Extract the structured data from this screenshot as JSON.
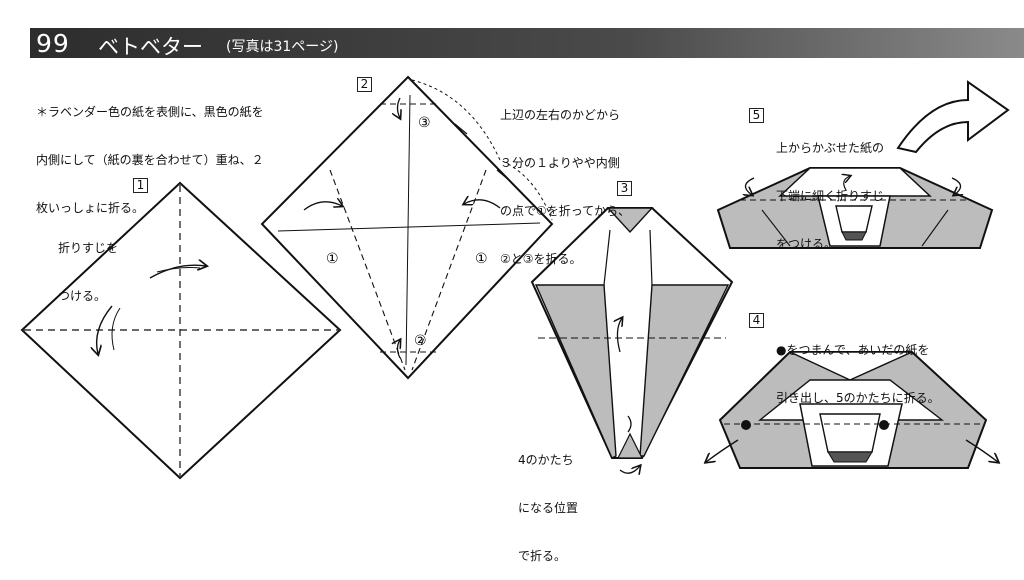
{
  "header": {
    "number": "99",
    "title": "ベトベター",
    "subtitle": "(写真は31ページ)"
  },
  "intro": {
    "lines": [
      "＊ラベンダー色の紙を表側に、黒色の紙を",
      "内側にして（紙の裏を合わせて）重ね、２",
      "枚いっしょに折る。"
    ]
  },
  "steps": {
    "s1": {
      "num": "1",
      "text": [
        "折りすじを",
        "つける。"
      ]
    },
    "s2": {
      "num": "2",
      "text": [
        "上辺の左右のかどから",
        "３分の１よりやや内側",
        "の点で①を折ってから、",
        "②と③を折る。"
      ],
      "marks": {
        "m1": "①",
        "m2": "②",
        "m3": "③"
      }
    },
    "s3": {
      "num": "3",
      "text": [
        "4のかたち",
        "になる位置",
        "で折る。"
      ]
    },
    "s4": {
      "num": "4",
      "text": [
        "●をつまんで、あいだの紙を",
        "引き出し、5のかたちに折る。"
      ]
    },
    "s5": {
      "num": "5",
      "text": [
        "上からかぶせた紙の",
        "下端に細く折りすじ",
        "をつける。"
      ]
    }
  },
  "colors": {
    "lavender": "#c8c8c8",
    "black": "#1a1a1a",
    "paper": "#ffffff",
    "header": "#3a3a3a"
  }
}
